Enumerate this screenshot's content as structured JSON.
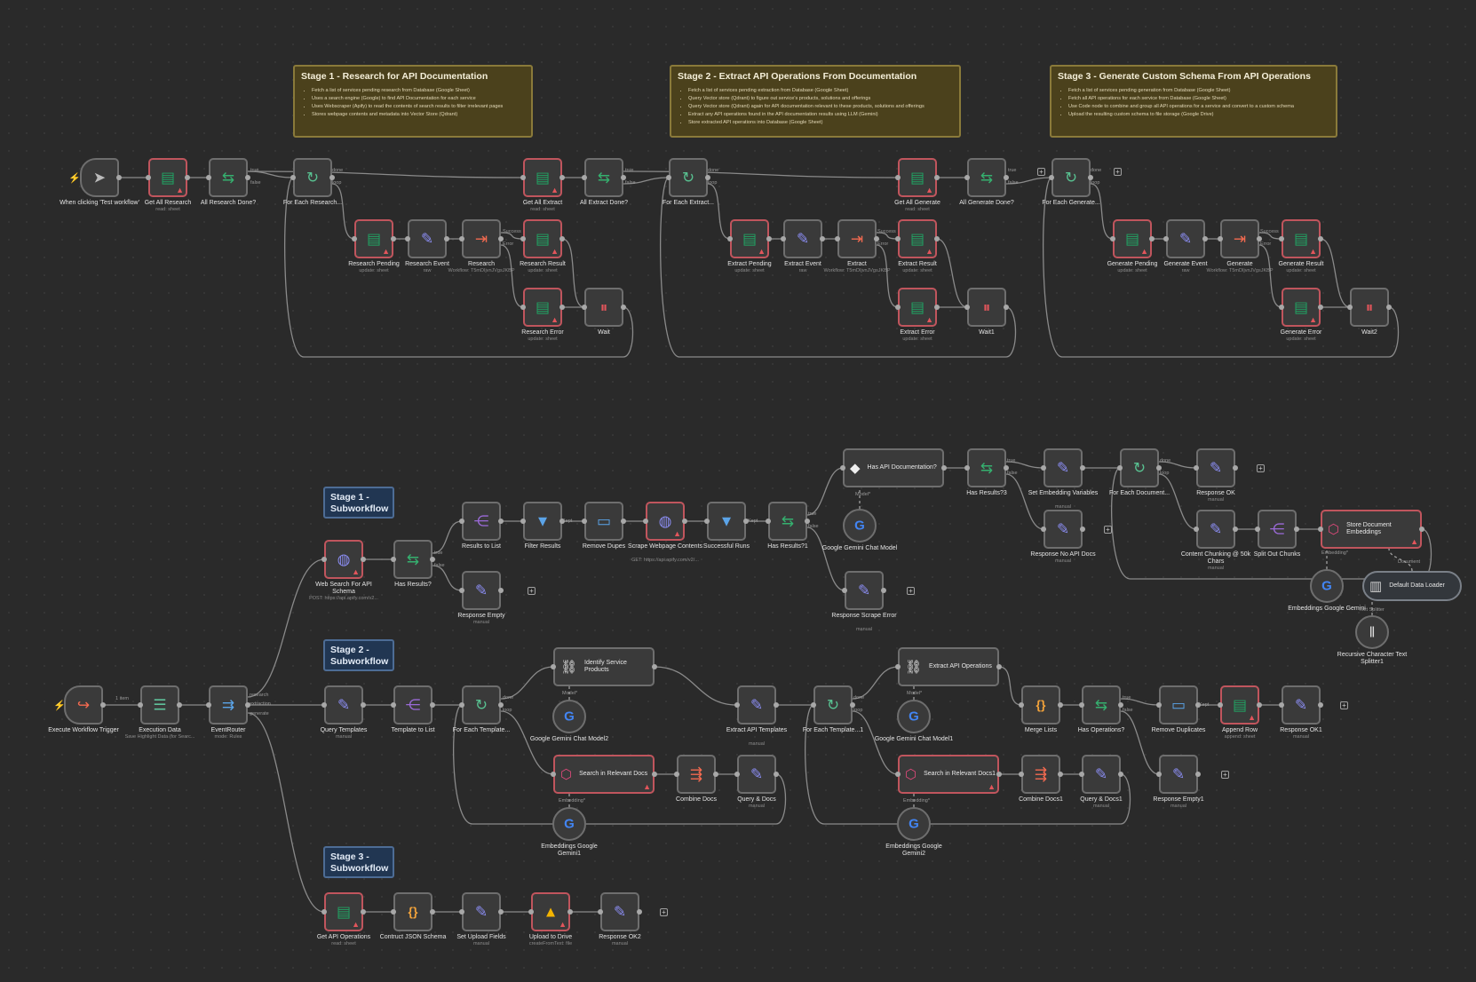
{
  "colors": {
    "canvas": "#2a2a2a",
    "node": "#3a3a3a",
    "node_border": "#6e6e6e",
    "error_border": "#c0555d",
    "wire": "#8a8a8a",
    "sticky_bg": "#4b411c",
    "label_bg": "#213652"
  },
  "stickies": [
    {
      "id": "s1",
      "title": "Stage 1 - Research for API Documentation",
      "items": [
        "Fetch a list of services pending research from Database (Google Sheet)",
        "Uses a search engine (Google) to find API Documentation for each service",
        "Uses Webscraper (Apify) to read the contents of search results to filter irrelevant pages",
        "Stores webpage contents and metadata into Vector Store (Qdrant)"
      ]
    },
    {
      "id": "s2",
      "title": "Stage 2 - Extract API Operations From Documentation",
      "items": [
        "Fetch a list of services pending extraction from Database (Google Sheet)",
        "Query Vector store (Qdrant) to figure out service's products, solutions and offerings",
        "Query Vector store (Qdrant) again for API documentation relevant to these products, solutions and offerings",
        "Extract any API operations found in the API documentation results using LLM (Gemini)",
        "Store extracted API operations into Database (Google Sheet)"
      ]
    },
    {
      "id": "s3",
      "title": "Stage 3 - Generate Custom Schema From API Operations",
      "items": [
        "Fetch a list of services pending generation from Database (Google Sheet)",
        "Fetch all API operations for each service from Database (Google Sheet)",
        "Use Code node to combine and group all API operations for a service and convert to a custom schema",
        "Upload the resulting custom schema to file storage (Google Drive)"
      ]
    }
  ],
  "labels": [
    {
      "id": "l1",
      "text": "Stage 1 - Subworkflow"
    },
    {
      "id": "l2",
      "text": "Stage 2 - Subworkflow"
    },
    {
      "id": "l3",
      "text": "Stage 3 - Subworkflow"
    }
  ],
  "nodes": [
    {
      "id": "n1",
      "label": "When clicking 'Test workflow'",
      "sub": "",
      "icon": "cursor-icon",
      "color": "#bbbbbb"
    },
    {
      "id": "n2",
      "label": "Get All Research",
      "sub": "read: sheet",
      "icon": "google-sheets-icon",
      "color": "#21a464",
      "err": true
    },
    {
      "id": "n3",
      "label": "All Research Done?",
      "sub": "",
      "icon": "if-icon",
      "color": "#35b06f"
    },
    {
      "id": "n4",
      "label": "For Each Research...",
      "sub": "",
      "icon": "loop-icon",
      "color": "#58c090"
    },
    {
      "id": "n5",
      "label": "Research Pending",
      "sub": "update: sheet",
      "icon": "google-sheets-icon",
      "color": "#21a464",
      "err": true
    },
    {
      "id": "n6",
      "label": "Research Event",
      "sub": "raw",
      "icon": "pencil-icon",
      "color": "#8a8cf0"
    },
    {
      "id": "n7",
      "label": "Research",
      "sub": "Workflow: T5mDIjvnJVgsJKBP",
      "icon": "execute-workflow-icon",
      "color": "#f36a50"
    },
    {
      "id": "n8",
      "label": "Research Result",
      "sub": "update: sheet",
      "icon": "google-sheets-icon",
      "color": "#21a464",
      "err": true
    },
    {
      "id": "n9",
      "label": "Research Error",
      "sub": "update: sheet",
      "icon": "google-sheets-icon",
      "color": "#21a464",
      "err": true
    },
    {
      "id": "n10",
      "label": "Wait",
      "sub": "",
      "icon": "pause-icon",
      "color": "#e2555b"
    },
    {
      "id": "n11",
      "label": "Get All Extract",
      "sub": "read: sheet",
      "icon": "google-sheets-icon",
      "color": "#21a464",
      "err": true
    },
    {
      "id": "n12",
      "label": "All Extract Done?",
      "sub": "",
      "icon": "if-icon",
      "color": "#35b06f"
    },
    {
      "id": "n13",
      "label": "For Each Extract...",
      "sub": "",
      "icon": "loop-icon",
      "color": "#58c090"
    },
    {
      "id": "n14",
      "label": "Extract Pending",
      "sub": "update: sheet",
      "icon": "google-sheets-icon",
      "color": "#21a464",
      "err": true
    },
    {
      "id": "n15",
      "label": "Extract Event",
      "sub": "raw",
      "icon": "pencil-icon",
      "color": "#8a8cf0"
    },
    {
      "id": "n16",
      "label": "Extract",
      "sub": "Workflow: T5mDIjvnJVgsJKBP",
      "icon": "execute-workflow-icon",
      "color": "#f36a50"
    },
    {
      "id": "n17",
      "label": "Extract Result",
      "sub": "update: sheet",
      "icon": "google-sheets-icon",
      "color": "#21a464",
      "err": true
    },
    {
      "id": "n18",
      "label": "Extract Error",
      "sub": "update: sheet",
      "icon": "google-sheets-icon",
      "color": "#21a464",
      "err": true
    },
    {
      "id": "n19",
      "label": "Wait1",
      "sub": "",
      "icon": "pause-icon",
      "color": "#e2555b"
    },
    {
      "id": "n20",
      "label": "Get All Generate",
      "sub": "read: sheet",
      "icon": "google-sheets-icon",
      "color": "#21a464",
      "err": true
    },
    {
      "id": "n21",
      "label": "All Generate Done?",
      "sub": "",
      "icon": "if-icon",
      "color": "#35b06f"
    },
    {
      "id": "n22",
      "label": "For Each Generate...",
      "sub": "",
      "icon": "loop-icon",
      "color": "#58c090"
    },
    {
      "id": "n23",
      "label": "Generate Pending",
      "sub": "update: sheet",
      "icon": "google-sheets-icon",
      "color": "#21a464",
      "err": true
    },
    {
      "id": "n24",
      "label": "Generate Event",
      "sub": "raw",
      "icon": "pencil-icon",
      "color": "#8a8cf0"
    },
    {
      "id": "n25",
      "label": "Generate",
      "sub": "Workflow: T5mDIjvnJVgsJKBP",
      "icon": "execute-workflow-icon",
      "color": "#f36a50"
    },
    {
      "id": "n26",
      "label": "Generate Result",
      "sub": "update: sheet",
      "icon": "google-sheets-icon",
      "color": "#21a464",
      "err": true
    },
    {
      "id": "n27",
      "label": "Generate Error",
      "sub": "update: sheet",
      "icon": "google-sheets-icon",
      "color": "#21a464",
      "err": true
    },
    {
      "id": "n28",
      "label": "Wait2",
      "sub": "",
      "icon": "pause-icon",
      "color": "#e2555b"
    },
    {
      "id": "n29",
      "label": "Execute Workflow Trigger",
      "sub": "",
      "icon": "workflow-trigger-icon",
      "color": "#f36a50"
    },
    {
      "id": "n30",
      "label": "Execution Data",
      "sub": "Save Highlight Data (for Searc...",
      "icon": "checklist-icon",
      "color": "#5fc19a"
    },
    {
      "id": "n31",
      "label": "EventRouter",
      "sub": "mode: Rules",
      "icon": "switch-icon",
      "color": "#5ba4e8"
    },
    {
      "id": "n32",
      "label": "Web Search For API Schema",
      "sub": "POST: https://api.apify.com/v2...",
      "icon": "globe-icon",
      "color": "#8a8cf0",
      "err": true
    },
    {
      "id": "n33",
      "label": "Has Results?",
      "sub": "",
      "icon": "if-icon",
      "color": "#35b06f"
    },
    {
      "id": "n34",
      "label": "Results to List",
      "sub": "",
      "icon": "split-out-icon",
      "color": "#9b6ad8"
    },
    {
      "id": "n35",
      "label": "Filter Results",
      "sub": "",
      "icon": "filter-icon",
      "color": "#5ba4e8"
    },
    {
      "id": "n36",
      "label": "Remove Dupes",
      "sub": "",
      "icon": "remove-dupes-icon",
      "color": "#5ba4e8"
    },
    {
      "id": "n37",
      "label": "Scrape Webpage Contents",
      "sub": "GET: https://api.apify.com/v2/...",
      "icon": "globe-icon",
      "color": "#8a8cf0",
      "err": true
    },
    {
      "id": "n38",
      "label": "Successful Runs",
      "sub": "",
      "icon": "filter-icon",
      "color": "#5ba4e8"
    },
    {
      "id": "n39",
      "label": "Has Results?1",
      "sub": "",
      "icon": "if-icon",
      "color": "#35b06f"
    },
    {
      "id": "n40",
      "label": "Response Empty",
      "sub": "manual",
      "icon": "pencil-icon",
      "color": "#8a8cf0"
    },
    {
      "id": "n41",
      "label": "Has API Documentation?",
      "sub": "",
      "icon": "tag-icon",
      "color": "#eeeeee",
      "big": true
    },
    {
      "id": "n42",
      "label": "Google Gemini Chat Model",
      "sub": "",
      "icon": "google-g-icon",
      "color": "#4285f4",
      "round": true
    },
    {
      "id": "n43",
      "label": "Response Scrape Error",
      "sub": "manual",
      "icon": "pencil-icon",
      "color": "#8a8cf0"
    },
    {
      "id": "n44",
      "label": "Has Results?3",
      "sub": "",
      "icon": "if-icon",
      "color": "#35b06f"
    },
    {
      "id": "n45",
      "label": "Set Embedding Variables",
      "sub": "manual",
      "icon": "pencil-icon",
      "color": "#8a8cf0"
    },
    {
      "id": "n46",
      "label": "Response No API Docs",
      "sub": "manual",
      "icon": "pencil-icon",
      "color": "#8a8cf0"
    },
    {
      "id": "n47",
      "label": "For Each Document...",
      "sub": "",
      "icon": "loop-icon",
      "color": "#58c090"
    },
    {
      "id": "n48",
      "label": "Response OK",
      "sub": "manual",
      "icon": "pencil-icon",
      "color": "#8a8cf0"
    },
    {
      "id": "n49",
      "label": "Content Chunking @ 50k Chars",
      "sub": "manual",
      "icon": "pencil-icon",
      "color": "#8a8cf0"
    },
    {
      "id": "n50",
      "label": "Split Out Chunks",
      "sub": "",
      "icon": "split-out-icon",
      "color": "#9b6ad8"
    },
    {
      "id": "n51",
      "label": "Store Document Embeddings",
      "sub": "",
      "icon": "qdrant-icon",
      "color": "#dc4a7a",
      "big": true,
      "err": true
    },
    {
      "id": "n52",
      "label": "Embeddings Google Gemini",
      "sub": "",
      "icon": "google-g-icon",
      "color": "#4285f4",
      "round": true
    },
    {
      "id": "n53",
      "label": "Default Data Loader",
      "sub": "",
      "icon": "document-icon",
      "color": "#cfcfcf",
      "pill": true
    },
    {
      "id": "n54",
      "label": "Recursive Character Text Splitter1",
      "sub": "",
      "icon": "text-splitter-icon",
      "color": "#dddddd",
      "round": true
    },
    {
      "id": "n55",
      "label": "Query Templates",
      "sub": "manual",
      "icon": "pencil-icon",
      "color": "#8a8cf0"
    },
    {
      "id": "n56",
      "label": "Template to List",
      "sub": "",
      "icon": "split-out-icon",
      "color": "#9b6ad8"
    },
    {
      "id": "n57",
      "label": "For Each Template...",
      "sub": "",
      "icon": "loop-icon",
      "color": "#58c090"
    },
    {
      "id": "n58",
      "label": "Identify Service Products",
      "sub": "",
      "icon": "chain-icon",
      "color": "#eeeeee",
      "big": true
    },
    {
      "id": "n59",
      "label": "Google Gemini Chat Model2",
      "sub": "",
      "icon": "google-g-icon",
      "color": "#4285f4",
      "round": true
    },
    {
      "id": "n60",
      "label": "Search in Relevant Docs",
      "sub": "",
      "icon": "qdrant-icon",
      "color": "#dc4a7a",
      "big": true,
      "err": true
    },
    {
      "id": "n61",
      "label": "Embeddings Google Gemini1",
      "sub": "",
      "icon": "google-g-icon",
      "color": "#4285f4",
      "round": true
    },
    {
      "id": "n62",
      "label": "Combine Docs",
      "sub": "",
      "icon": "aggregate-icon",
      "color": "#f36a50"
    },
    {
      "id": "n63",
      "label": "Query & Docs",
      "sub": "manual",
      "icon": "pencil-icon",
      "color": "#8a8cf0"
    },
    {
      "id": "n64",
      "label": "Extract API Templates",
      "sub": "manual",
      "icon": "pencil-icon",
      "color": "#8a8cf0"
    },
    {
      "id": "n65",
      "label": "For Each Template...1",
      "sub": "",
      "icon": "loop-icon",
      "color": "#58c090"
    },
    {
      "id": "n66",
      "label": "Extract API Operations",
      "sub": "",
      "icon": "chain-icon",
      "color": "#eeeeee",
      "big": true
    },
    {
      "id": "n67",
      "label": "Google Gemini Chat Model1",
      "sub": "",
      "icon": "google-g-icon",
      "color": "#4285f4",
      "round": true
    },
    {
      "id": "n68",
      "label": "Search in Relevant Docs1",
      "sub": "",
      "icon": "qdrant-icon",
      "color": "#dc4a7a",
      "big": true,
      "err": true
    },
    {
      "id": "n69",
      "label": "Embeddings Google Gemini2",
      "sub": "",
      "icon": "google-g-icon",
      "color": "#4285f4",
      "round": true
    },
    {
      "id": "n70",
      "label": "Combine Docs1",
      "sub": "",
      "icon": "aggregate-icon",
      "color": "#f36a50"
    },
    {
      "id": "n71",
      "label": "Query & Docs1",
      "sub": "manual",
      "icon": "pencil-icon",
      "color": "#8a8cf0"
    },
    {
      "id": "n72",
      "label": "Merge Lists",
      "sub": "",
      "icon": "code-icon",
      "color": "#f3a33a"
    },
    {
      "id": "n73",
      "label": "Has Operations?",
      "sub": "",
      "icon": "if-icon",
      "color": "#35b06f"
    },
    {
      "id": "n74",
      "label": "Remove Duplicates",
      "sub": "",
      "icon": "remove-dupes-icon",
      "color": "#5ba4e8"
    },
    {
      "id": "n75",
      "label": "Append Row",
      "sub": "append: sheet",
      "icon": "google-sheets-icon",
      "color": "#21a464",
      "err": true
    },
    {
      "id": "n76",
      "label": "Response OK1",
      "sub": "manual",
      "icon": "pencil-icon",
      "color": "#8a8cf0"
    },
    {
      "id": "n77",
      "label": "Response Empty1",
      "sub": "manual",
      "icon": "pencil-icon",
      "color": "#8a8cf0"
    },
    {
      "id": "n78",
      "label": "Get API Operations",
      "sub": "read: sheet",
      "icon": "google-sheets-icon",
      "color": "#21a464",
      "err": true
    },
    {
      "id": "n79",
      "label": "Contruct JSON Schema",
      "sub": "",
      "icon": "code-icon",
      "color": "#f3a33a"
    },
    {
      "id": "n80",
      "label": "Set Upload Fields",
      "sub": "manual",
      "icon": "pencil-icon",
      "color": "#8a8cf0"
    },
    {
      "id": "n81",
      "label": "Upload to Drive",
      "sub": "createFromText: file",
      "icon": "google-drive-icon",
      "color": "#f4b400",
      "err": true
    },
    {
      "id": "n82",
      "label": "Response OK2",
      "sub": "manual",
      "icon": "pencil-icon",
      "color": "#8a8cf0"
    }
  ],
  "edge_labels": {
    "true": "true",
    "false": "false",
    "done": "done",
    "loop": "loop",
    "success": "Success",
    "error": "Error",
    "kept": "Kept",
    "one_item": "1 item",
    "research": "research",
    "extraction": "extraction",
    "generate": "generate",
    "model": "Model*",
    "embedding": "Embedding*",
    "document": "Document",
    "text_splitter": "Text Splitter"
  }
}
